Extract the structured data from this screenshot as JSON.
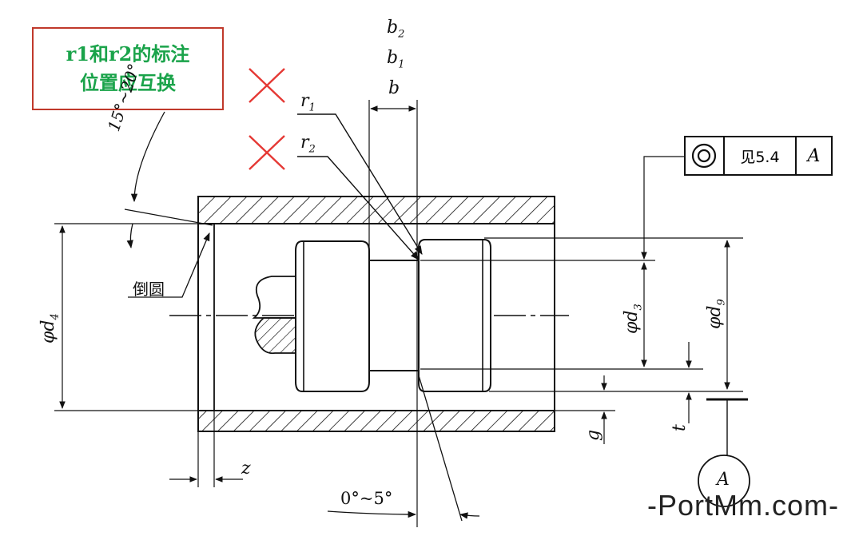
{
  "note": {
    "line1": "r1和r2的标注",
    "line2": "位置应互换"
  },
  "labels": {
    "b2": "b",
    "b2_sub": "2",
    "b1": "b",
    "b1_sub": "1",
    "b": "b",
    "r1": "r",
    "r1_sub": "1",
    "r2": "r",
    "r2_sub": "2",
    "angle_top": "15°~20°",
    "fillet": "倒圆",
    "d4": "φd",
    "d4_sub": "4",
    "d3": "φd",
    "d3_sub": "3",
    "d9": "φd",
    "d9_sub": "9",
    "z": "z",
    "g": "g",
    "t": "t",
    "angle_bottom": "0°~5°",
    "datum": "A"
  },
  "fcf": {
    "symbol": "concentricity-icon",
    "tolerance": "见5.4",
    "datum": "A"
  },
  "watermark": "-PortMm.com-",
  "colors": {
    "cross": "#e53935",
    "note_border": "#c0392b",
    "note_text": "#1aa34a",
    "line": "#111111"
  }
}
